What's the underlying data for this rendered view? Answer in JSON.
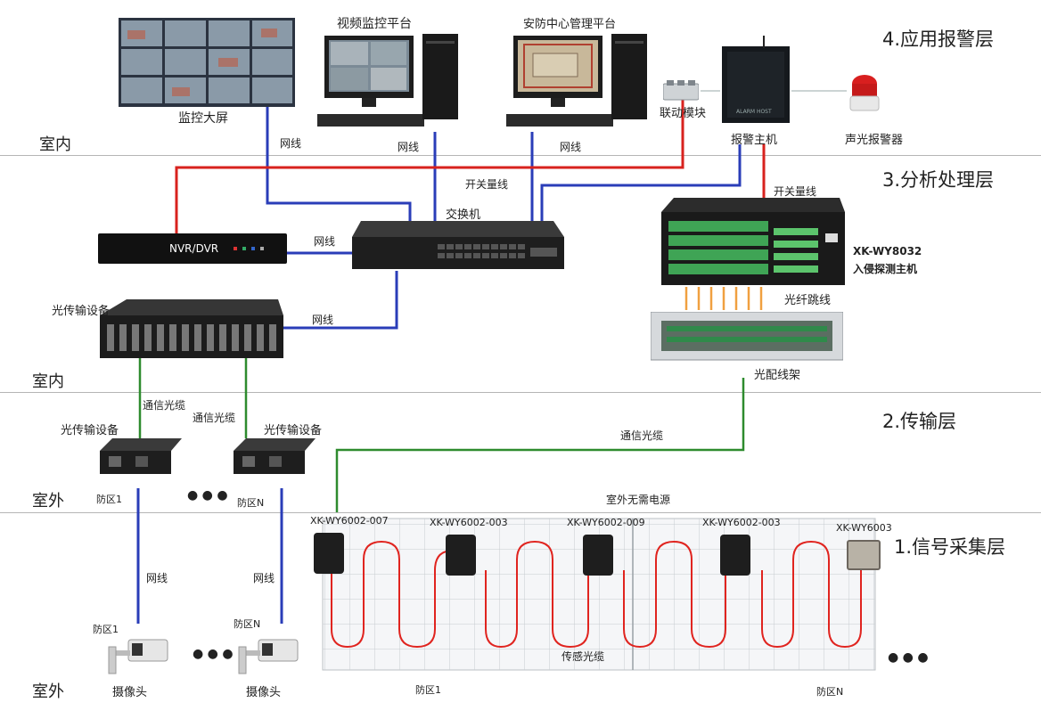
{
  "layers": {
    "application": "4.应用报警层",
    "analysis": "3.分析处理层",
    "transmission": "2.传输层",
    "collection": "1.信号采集层"
  },
  "zones": {
    "indoor_1": "室内",
    "indoor_2": "室内",
    "outdoor_1": "室外",
    "outdoor_2": "室外"
  },
  "devices": {
    "video_wall": "监控大屏",
    "video_platform": "视频监控平台",
    "security_platform": "安防中心管理平台",
    "linkage_module": "联动模块",
    "alarm_host": "报警主机",
    "audible_alarm": "声光报警器",
    "nvr": "NVR/DVR",
    "nvr_label": "NVR/DVR",
    "switch": "交换机",
    "detector_model": "XK-WY8032",
    "detector_name": "入侵探测主机",
    "optical_transmitter_main": "光传输设备",
    "patch_cord": "光纤跳线",
    "distribution_frame": "光配线架",
    "optical_transmitter_a": "光传输设备",
    "optical_transmitter_b": "光传输设备",
    "zone_1_transmitter": "防区1",
    "zone_n_transmitter": "防区N",
    "camera_zone_1": "防区1",
    "camera_zone_n": "防区N",
    "camera_1": "摄像头",
    "camera_2": "摄像头",
    "ellipsis": "● ● ●",
    "ellipsis_cam": "● ● ●",
    "ellipsis_end": "● ● ●",
    "alarm_host_plate": "ALARM HOST"
  },
  "links": {
    "net_wall": "网线",
    "net_video": "网线",
    "net_security": "网线",
    "switch_qty_1": "开关量线",
    "switch_qty_2": "开关量线",
    "net_nvr": "网线",
    "net_optical": "网线",
    "fiber_comm_1": "通信光缆",
    "fiber_comm_2": "通信光缆",
    "fiber_comm_main": "通信光缆",
    "net_cam_1": "网线",
    "net_cam_2": "网线",
    "sensing_fiber": "传感光缆",
    "outdoor_no_power": "室外无需电源"
  },
  "sensors": [
    {
      "model": "XK-WY6002-007"
    },
    {
      "model": "XK-WY6002-003"
    },
    {
      "model": "XK-WY6002-009"
    },
    {
      "model": "XK-WY6002-003"
    },
    {
      "model": "XK-WY6003"
    }
  ],
  "fence_zones": {
    "zone_1": "防区1",
    "zone_n": "防区N"
  },
  "colors": {
    "network": "#2a3db8",
    "switch_signal": "#d8221e",
    "fiber": "#2e8b2e",
    "sensing": "#e0241f",
    "patch": "#f0a040"
  }
}
